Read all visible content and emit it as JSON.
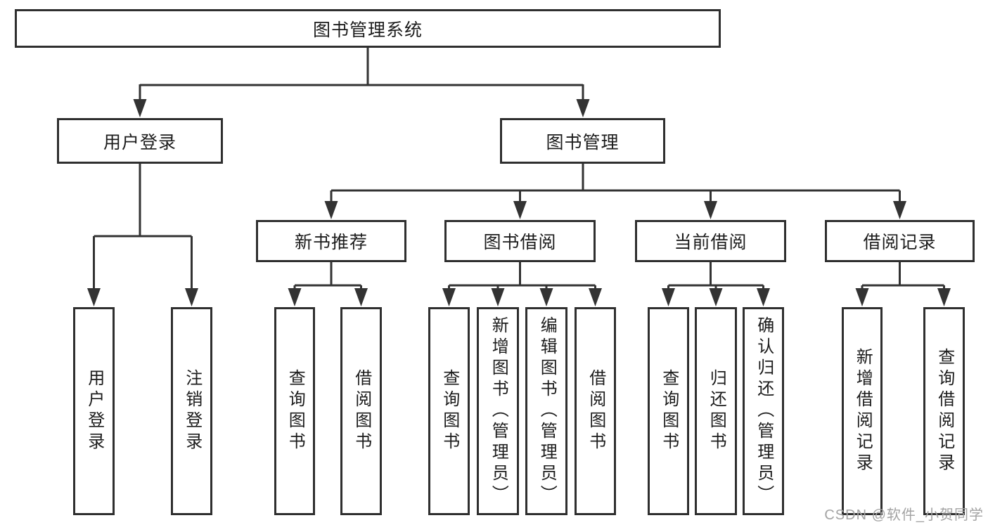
{
  "colors": {
    "line": "#333333",
    "border": "#2f2f2f",
    "text": "#1c1c1c",
    "watermark": "#a3a3a3"
  },
  "diagram": {
    "nodes": {
      "root": "图书管理系统",
      "user_login": "用户登录",
      "book_mgmt": "图书管理",
      "new_book_rec": "新书推荐",
      "book_borrow": "图书借阅",
      "current_borrow": "当前借阅",
      "borrow_records": "借阅记录",
      "leaf_user_login": "用户登录",
      "leaf_logout": "注销登录",
      "leaf_nb_query": "查询图书",
      "leaf_nb_borrow": "借阅图书",
      "leaf_bb_query": "查询图书",
      "leaf_bb_add": "新增图书（管理员）",
      "leaf_bb_edit": "编辑图书（管理员）",
      "leaf_bb_borrow": "借阅图书",
      "leaf_cb_query": "查询图书",
      "leaf_cb_return": "归还图书",
      "leaf_cb_confirm": "确认归还（管理员）",
      "leaf_rec_add": "新增借阅记录",
      "leaf_rec_query": "查询借阅记录"
    }
  },
  "watermark": {
    "text": "CSDN @软件_小贺同学"
  }
}
